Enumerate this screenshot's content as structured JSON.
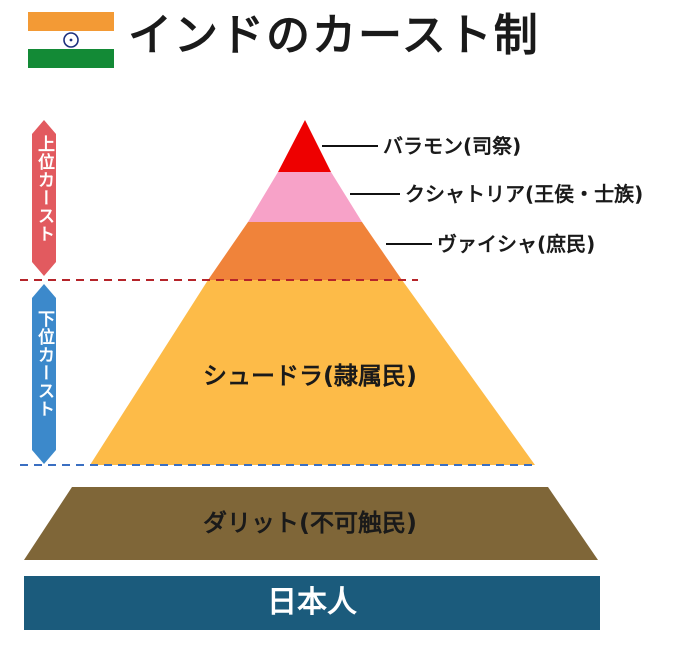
{
  "title": "インドのカースト制",
  "icons": {
    "flag": "india-flag-icon"
  },
  "colors": {
    "brahmin": "#ee0000",
    "kshatriya": "#f7a2c8",
    "vaishya": "#f0833a",
    "shudra": "#fdbb48",
    "dalit": "#7f6638",
    "upper_caste": "#e25a5f",
    "lower_caste": "#3c89cb",
    "japanese_bar": "#1b5b7c"
  },
  "levels": {
    "brahmin": "バラモン(司祭)",
    "kshatriya": "クシャトリア(王侯・士族)",
    "vaishya": "ヴァイシャ(庶民)",
    "shudra": "シュードラ(隷属民)",
    "dalit": "ダリット(不可触民)"
  },
  "side_labels": {
    "upper": "上位カースト",
    "lower": "下位カースト"
  },
  "bottom_bar": "日本人"
}
